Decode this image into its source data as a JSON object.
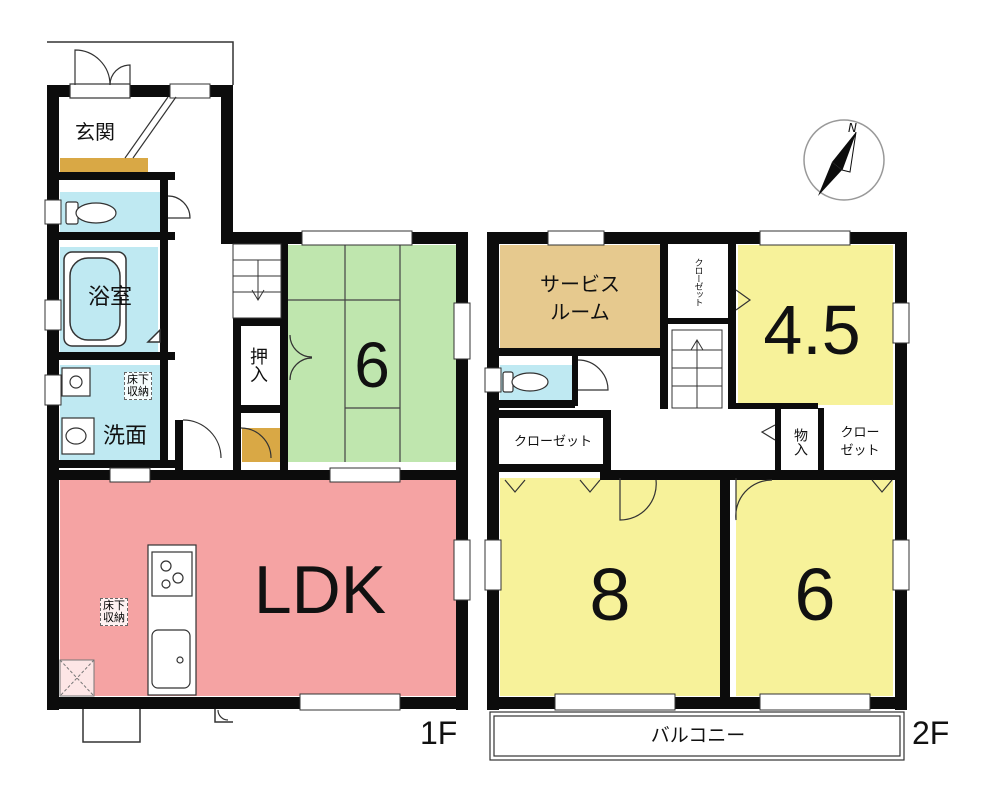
{
  "floor1": {
    "label": "1F",
    "rooms": {
      "genkan": "玄関",
      "bath": "浴室",
      "washroom": "洗面",
      "underfloor_wash": "床下収納",
      "oshiire": "押入",
      "japanese_room": "6",
      "ldk": "LDK",
      "underfloor_ldk": "床下収納"
    }
  },
  "floor2": {
    "label": "2F",
    "rooms": {
      "service_room_line1": "サービス",
      "service_room_line2": "ルーム",
      "closet_vertical": "クローゼット",
      "room_45": "4.5",
      "closet_left": "クローゼット",
      "storage": "物入",
      "closet_right_line1": "クロー",
      "closet_right_line2": "ゼット",
      "room_8": "8",
      "room_6": "6",
      "balcony": "バルコニー"
    }
  },
  "compass": {
    "north_label": "N"
  },
  "colors": {
    "wall": "#0c0c0c",
    "ldk": "#f5a3a3",
    "tatami": "#bfe6ae",
    "wet_area": "#bfe9f2",
    "service_room": "#e6c98e",
    "bedroom": "#f7f29a",
    "entrance_floor": "#d9a845"
  }
}
